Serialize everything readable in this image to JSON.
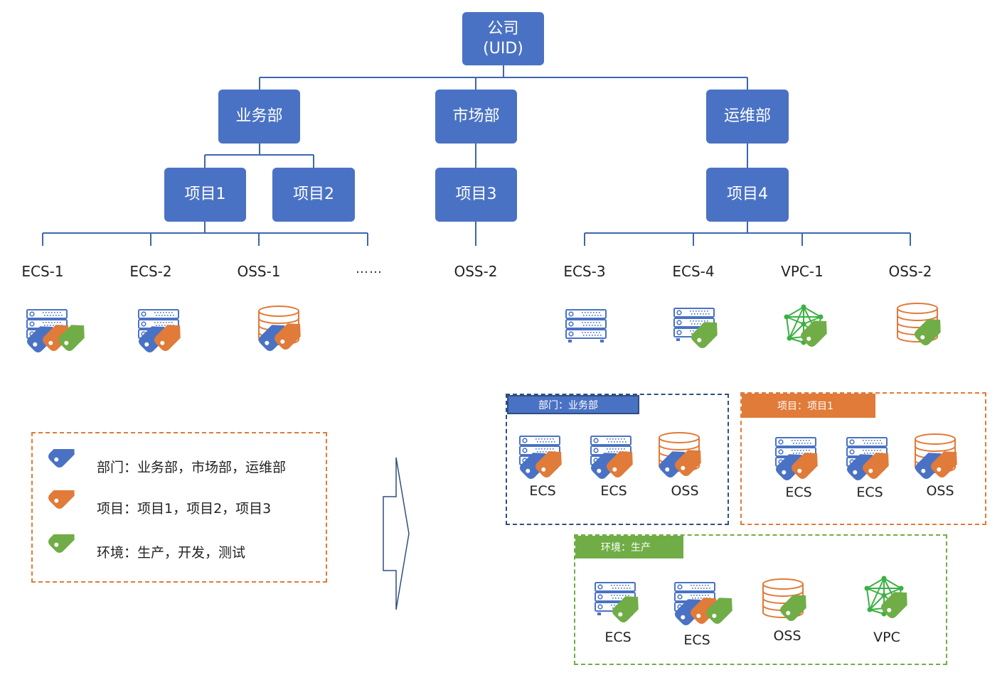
{
  "org": {
    "company": {
      "line1": "公司",
      "line2": "(UID)"
    },
    "departments": [
      "业务部",
      "市场部",
      "运维部"
    ],
    "projects": [
      "项目1",
      "项目2",
      "项目3",
      "项目4"
    ]
  },
  "resources": [
    {
      "label": "ECS-1",
      "icon": "server-icon",
      "tags": [
        "blue",
        "orange",
        "green"
      ]
    },
    {
      "label": "ECS-2",
      "icon": "server-icon",
      "tags": [
        "blue",
        "orange"
      ]
    },
    {
      "label": "OSS-1",
      "icon": "database-icon",
      "tags": [
        "blue",
        "orange"
      ]
    },
    {
      "label": "……",
      "icon": "",
      "tags": []
    },
    {
      "label": "OSS-2",
      "icon": "",
      "tags": []
    },
    {
      "label": "ECS-3",
      "icon": "server-icon",
      "tags": []
    },
    {
      "label": "ECS-4",
      "icon": "server-icon",
      "tags": [
        "green"
      ]
    },
    {
      "label": "VPC-1",
      "icon": "network-icon",
      "tags": [
        "green"
      ]
    },
    {
      "label": "OSS-2",
      "icon": "database-icon",
      "tags": [
        "green"
      ]
    }
  ],
  "legend": {
    "rows": [
      {
        "color": "blue",
        "text": "部门：业务部，市场部，运维部"
      },
      {
        "color": "orange",
        "text": "项目：项目1，项目2，项目3"
      },
      {
        "color": "green",
        "text": "环境：生产，开发，测试"
      }
    ]
  },
  "groups": {
    "dept": {
      "title": "部门：业务部",
      "items": [
        "ECS",
        "ECS",
        "OSS"
      ]
    },
    "project": {
      "title": "项目：项目1",
      "items": [
        "ECS",
        "ECS",
        "OSS"
      ]
    },
    "env": {
      "title": "环境：生产",
      "items": [
        "ECS",
        "ECS",
        "OSS",
        "VPC"
      ]
    }
  },
  "colors": {
    "node": "#4a72c4",
    "line": "#3d66b0",
    "tag_blue": "#4a72c4",
    "tag_orange": "#e07b39",
    "tag_green": "#70ad47",
    "group_dept": "#2f4f7f",
    "group_project": "#e07b39",
    "group_env": "#70ad47",
    "server": "#4a72c4",
    "database": "#e07b39",
    "network": "#3cb043"
  }
}
